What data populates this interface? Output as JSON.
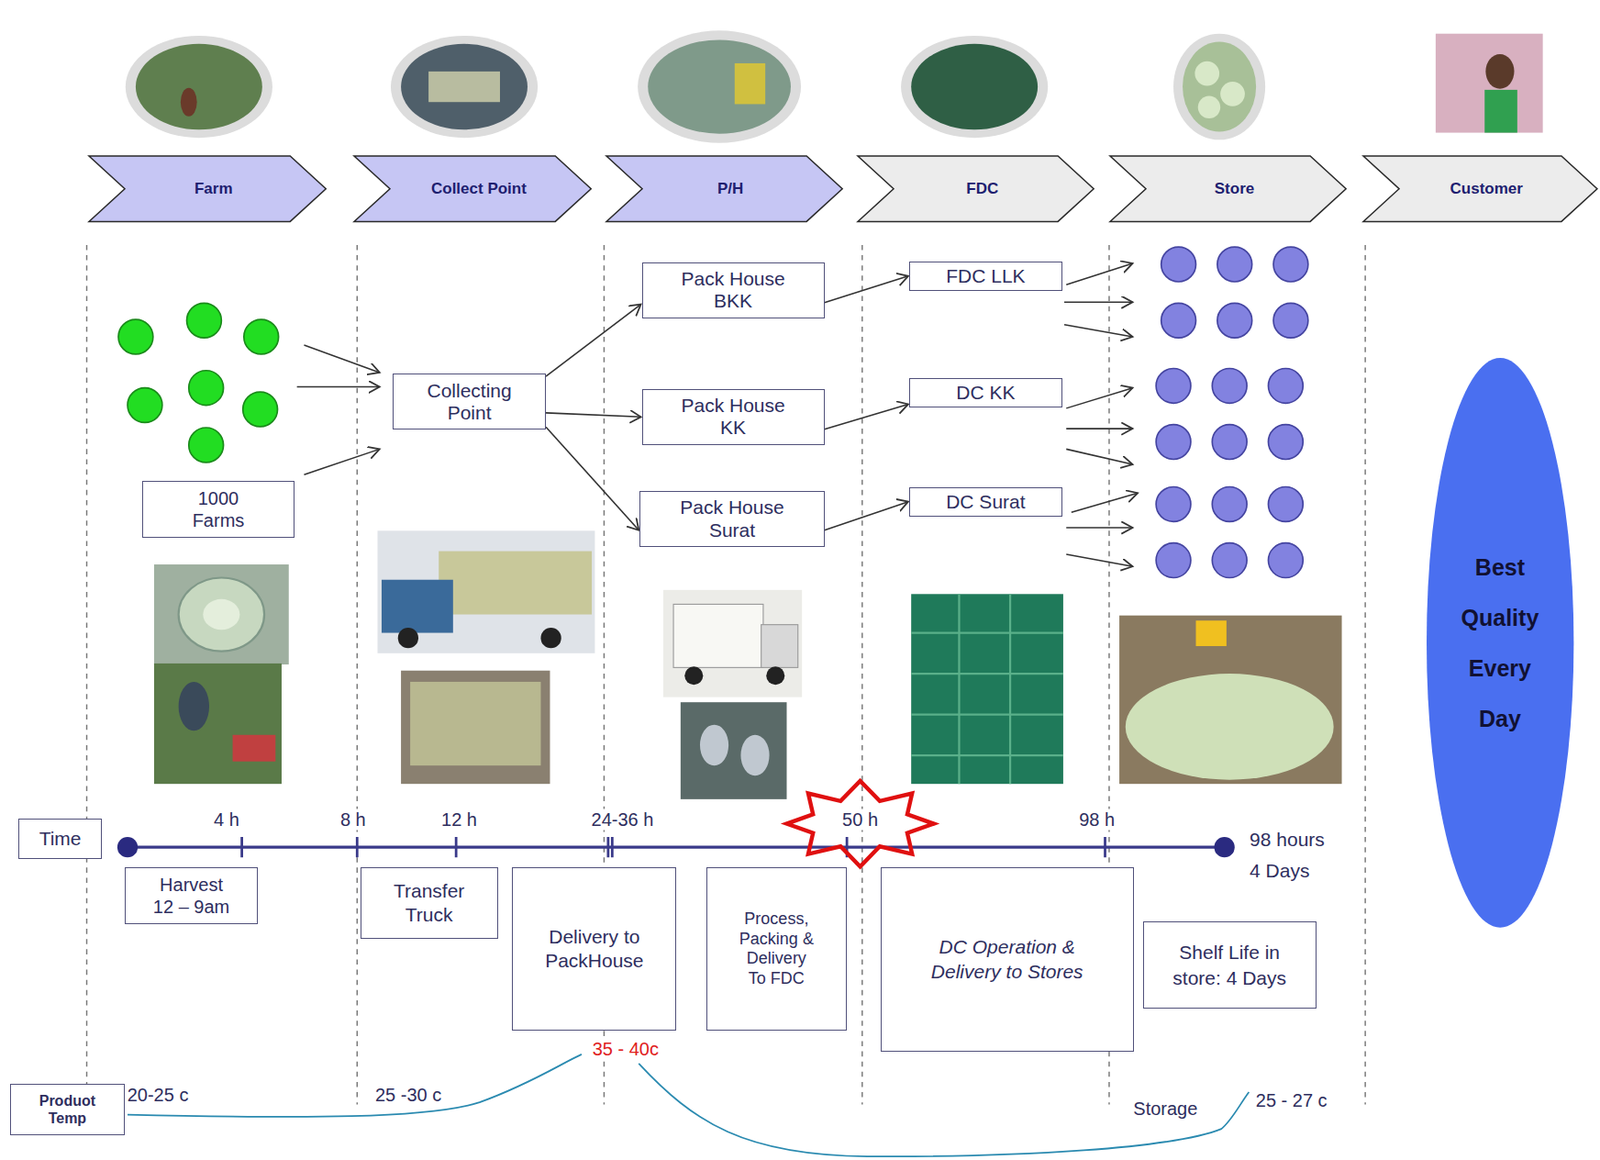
{
  "diagram": {
    "nodes": [
      {
        "text": [
          "Farm"
        ]
      },
      {
        "text": [
          "Collect Point"
        ]
      },
      {
        "text": [
          "P/H"
        ]
      },
      {
        "text": [
          "FDC"
        ]
      },
      {
        "text": [
          "Store"
        ]
      },
      {
        "text": [
          "Customer"
        ]
      },
      {
        "text": [
          "1000 Farms"
        ]
      },
      {
        "text": [
          "Collecting Point"
        ]
      },
      {
        "text": [
          "Pack House BKK"
        ]
      },
      {
        "text": [
          "Pack House KK"
        ]
      },
      {
        "text": [
          "Pack House Surat"
        ]
      },
      {
        "text": [
          "FDC LLK"
        ]
      },
      {
        "text": [
          "DC KK"
        ]
      },
      {
        "text": [
          "DC Surat"
        ]
      },
      {
        "text": [
          "Best Quality Every Day"
        ]
      },
      {
        "text": [
          "Time"
        ]
      },
      {
        "text": [
          "Harvest 12 – 9am"
        ]
      },
      {
        "text": [
          "Transfer Truck"
        ]
      },
      {
        "text": [
          "Delivery to PackHouse"
        ]
      },
      {
        "text": [
          "Process, Packing & Delivery To FDC"
        ]
      },
      {
        "text": [
          "DC Operation & Delivery to Stores"
        ]
      },
      {
        "text": [
          "Shelf Life in store: 4 Days"
        ]
      },
      {
        "text": [
          "Produot Temp"
        ]
      }
    ],
    "edges": [
      {
        "from": 7,
        "to": 8,
        "arrow": "to"
      },
      {
        "from": 7,
        "to": 9,
        "arrow": "to"
      },
      {
        "from": 7,
        "to": 10,
        "arrow": "to"
      },
      {
        "from": 8,
        "to": 11,
        "arrow": "to"
      },
      {
        "from": 9,
        "to": 12,
        "arrow": "to"
      },
      {
        "from": 10,
        "to": 13,
        "arrow": "to"
      }
    ],
    "labels": [
      "4 h",
      "8 h",
      "12 h",
      "24-36 h",
      "50 h",
      "98 h",
      "98 hours 4 Days",
      "20-25 c",
      "25 -30 c",
      "35 - 40c",
      "Storage",
      "25 - 27 c"
    ]
  }
}
